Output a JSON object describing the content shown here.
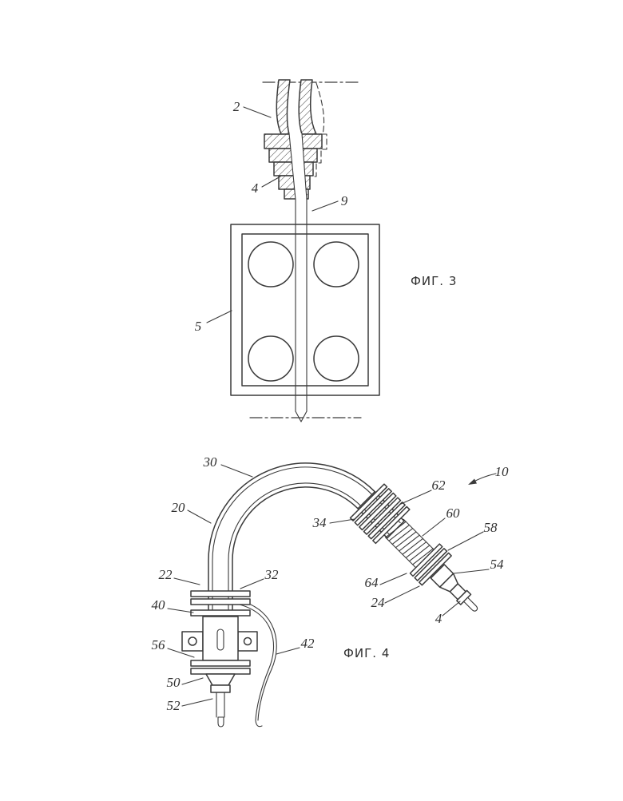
{
  "style": {
    "ink": "#3a3a3a",
    "background": "#ffffff",
    "label_color": "#2f2f2f"
  },
  "figure3": {
    "caption": "ФИГ. 3",
    "labels": {
      "ref2": "2",
      "ref4": "4",
      "ref9": "9",
      "ref5": "5"
    }
  },
  "figure4": {
    "caption": "ФИГ. 4",
    "labels": {
      "ref30": "30",
      "ref10": "10",
      "ref20": "20",
      "ref62": "62",
      "ref34": "34",
      "ref60": "60",
      "ref58": "58",
      "ref22": "22",
      "ref32": "32",
      "ref64": "64",
      "ref54": "54",
      "ref40": "40",
      "ref24": "24",
      "ref4": "4",
      "ref56": "56",
      "ref42": "42",
      "ref50": "50",
      "ref52": "52"
    }
  }
}
